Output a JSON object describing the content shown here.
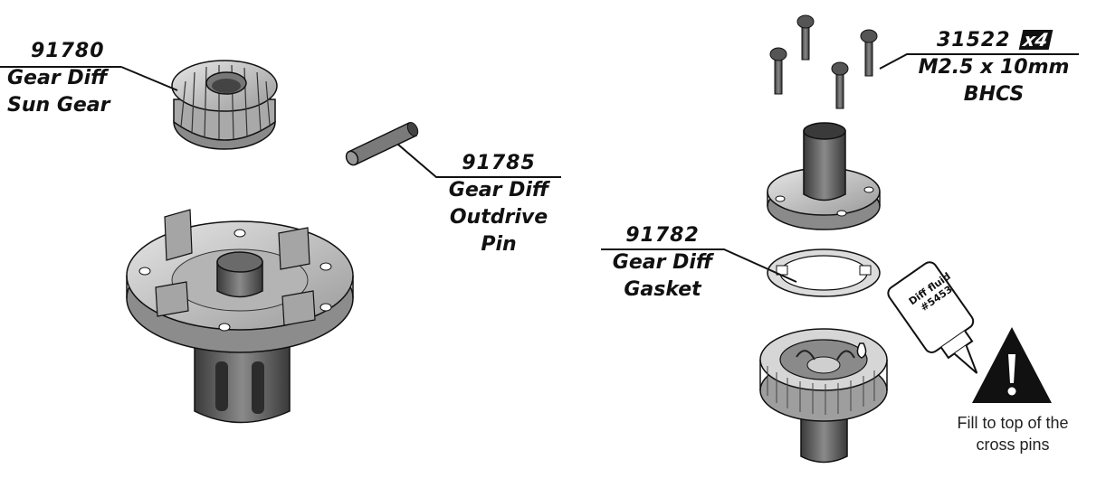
{
  "parts": {
    "sun_gear": {
      "part_number": "91780",
      "name_line1": "Gear Diff",
      "name_line2": "Sun Gear"
    },
    "outdrive_pin": {
      "part_number": "91785",
      "name_line1": "Gear Diff",
      "name_line2": "Outdrive",
      "name_line3": "Pin"
    },
    "screws": {
      "part_number": "31522",
      "quantity": "x4",
      "name_line1": "M2.5 x 10mm",
      "name_line2": "BHCS"
    },
    "gasket": {
      "part_number": "91782",
      "name_line1": "Gear Diff",
      "name_line2": "Gasket"
    }
  },
  "fluid_bottle": {
    "line1": "Diff fluid",
    "line2": "#5453"
  },
  "warning": {
    "line1": "Fill to top of the",
    "line2": "cross pins"
  },
  "colors": {
    "part_fill": "#c8c8c8",
    "part_dark": "#5a5a5a",
    "outline": "#111111"
  }
}
